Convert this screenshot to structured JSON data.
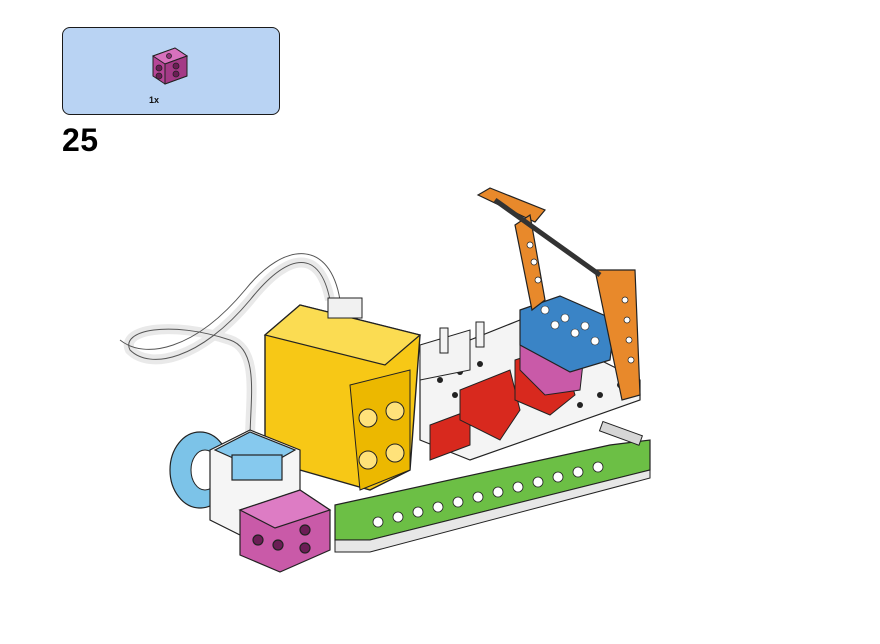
{
  "parts_callout": {
    "part_icon": "magenta-cross-block-icon",
    "quantity": "1x"
  },
  "step": {
    "number": "25"
  },
  "model": {
    "icon": "assembled-model-illustration"
  },
  "colors": {
    "callout_bg": "#b9d3f3",
    "magenta": "#c95aa8",
    "yellow": "#f7c816",
    "orange": "#e8892b",
    "blue": "#3a84c6",
    "green": "#6cbf45",
    "red": "#d8291e",
    "light_blue": "#7cc3e8"
  }
}
